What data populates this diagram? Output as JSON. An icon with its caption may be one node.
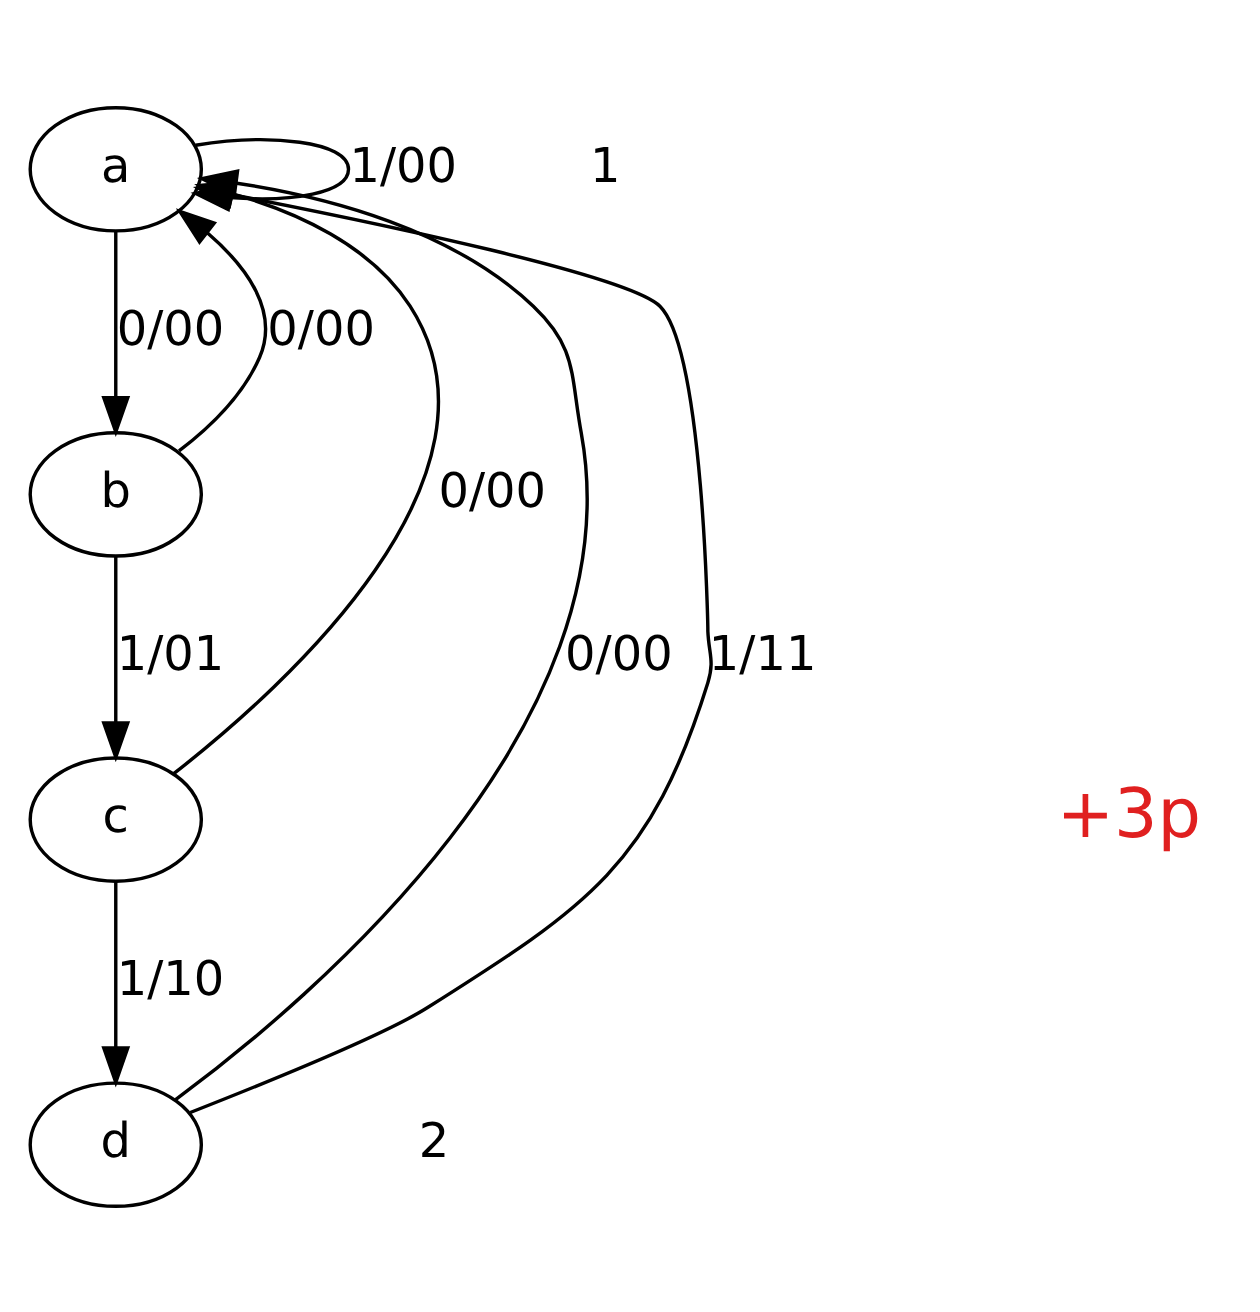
{
  "diagram": {
    "nodes": [
      {
        "text": [
          "a"
        ]
      },
      {
        "text": [
          "b"
        ]
      },
      {
        "text": [
          "c"
        ]
      },
      {
        "text": [
          "d"
        ]
      }
    ],
    "edges": [
      {
        "from": 0,
        "to": 0,
        "arrow": "to",
        "label": "1/00"
      },
      {
        "from": 0,
        "to": 1,
        "arrow": "to",
        "label": "0/00"
      },
      {
        "from": 1,
        "to": 0,
        "arrow": "to",
        "label": "0/00"
      },
      {
        "from": 1,
        "to": 2,
        "arrow": "to",
        "label": "1/01"
      },
      {
        "from": 2,
        "to": 0,
        "arrow": "to",
        "label": "0/00"
      },
      {
        "from": 2,
        "to": 3,
        "arrow": "to",
        "label": "1/10"
      },
      {
        "from": 3,
        "to": 0,
        "arrow": "to",
        "label": "0/00"
      },
      {
        "from": 3,
        "to": 0,
        "arrow": "to",
        "label": "1/11"
      }
    ],
    "labels": [
      "1",
      "+3p",
      "2"
    ]
  }
}
